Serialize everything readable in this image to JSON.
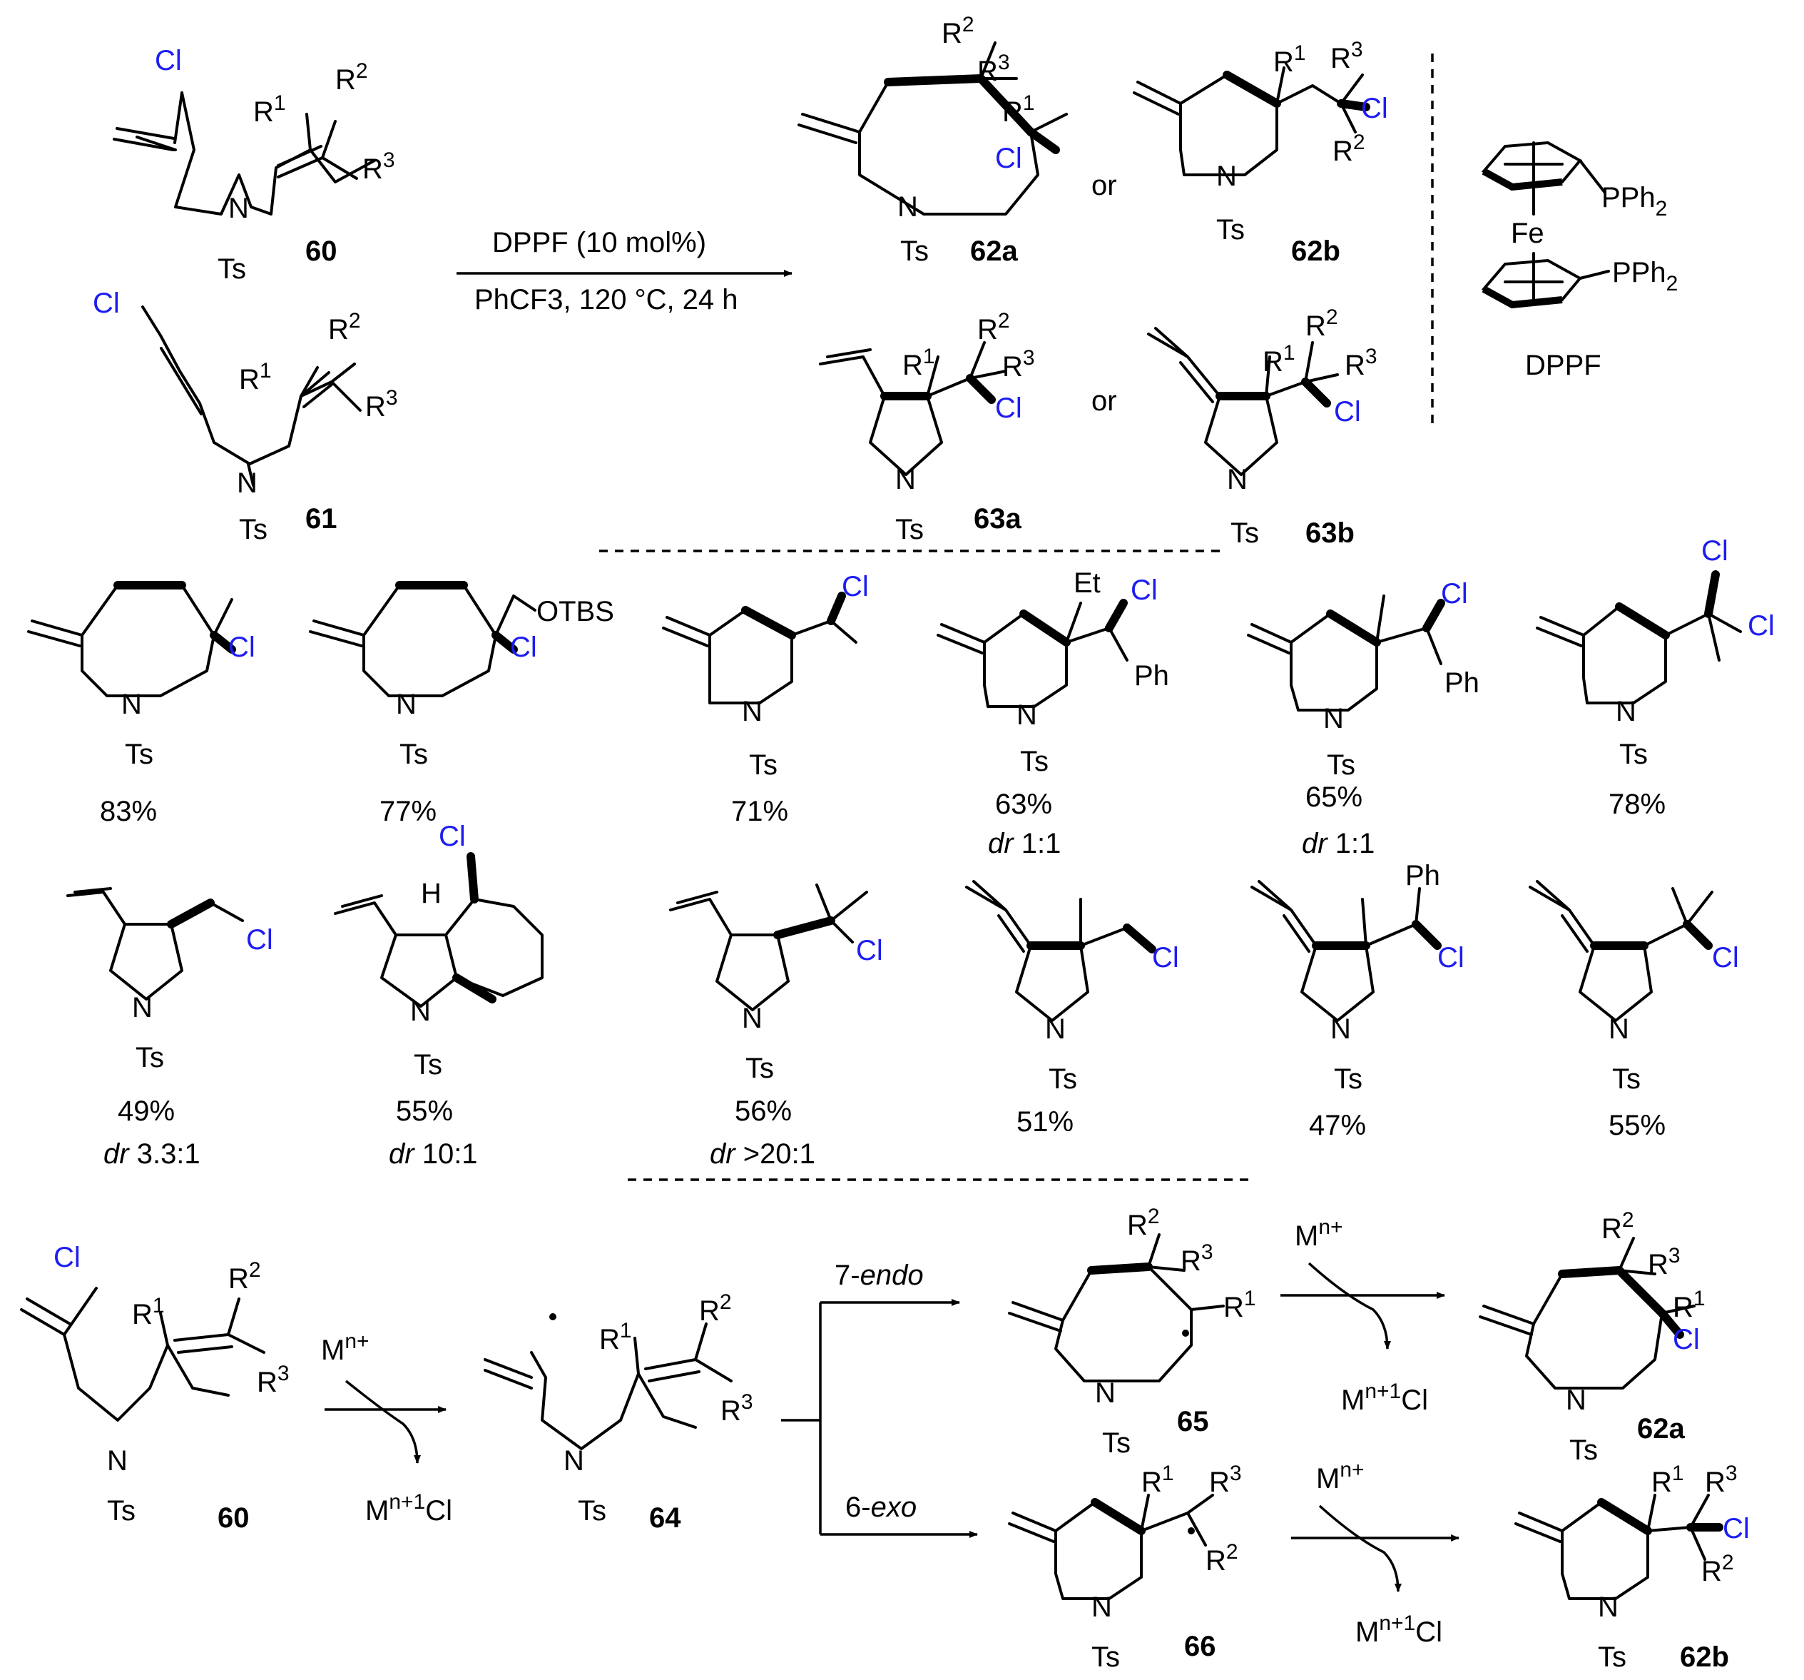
{
  "reagents": {
    "catalyst": "DPPF (10 mol%)",
    "conditions": "PhCF3, 120 °C, 24 h",
    "or1": "or",
    "or2": "or",
    "ligand_name": "DPPF",
    "metal": "Fe",
    "phosphine": "PPh2"
  },
  "compounds": {
    "c60": "60",
    "c61": "61",
    "c62a": "62a",
    "c62b": "62b",
    "c63a": "63a",
    "c63b": "63b",
    "c64": "64",
    "c65": "65",
    "c66": "66"
  },
  "products": [
    {
      "yield": "83%",
      "dr": ""
    },
    {
      "yield": "77%",
      "dr": ""
    },
    {
      "yield": "71%",
      "dr": ""
    },
    {
      "yield": "63%",
      "dr": "1:1"
    },
    {
      "yield": "65%",
      "dr": "1:1"
    },
    {
      "yield": "78%",
      "dr": ""
    },
    {
      "yield": "49%",
      "dr": "3.3:1"
    },
    {
      "yield": "55%",
      "dr": "10:1"
    },
    {
      "yield": "56%",
      "dr": ">20:1"
    },
    {
      "yield": "51%",
      "dr": ""
    },
    {
      "yield": "47%",
      "dr": ""
    },
    {
      "yield": "55%",
      "dr": ""
    }
  ],
  "mechanism": {
    "path_endo": "7-endo",
    "path_exo": "6-exo",
    "metal": "Mn+",
    "metal_chloride": "Mn+1Cl"
  },
  "labels": {
    "cl": "Cl",
    "ts": "Ts",
    "n": "N",
    "ph": "Ph",
    "et": "Et",
    "otbs": "OTBS",
    "h": "H",
    "dr": "dr"
  },
  "colors": {
    "chlorine": "#1d1df2",
    "ink": "#000000"
  }
}
